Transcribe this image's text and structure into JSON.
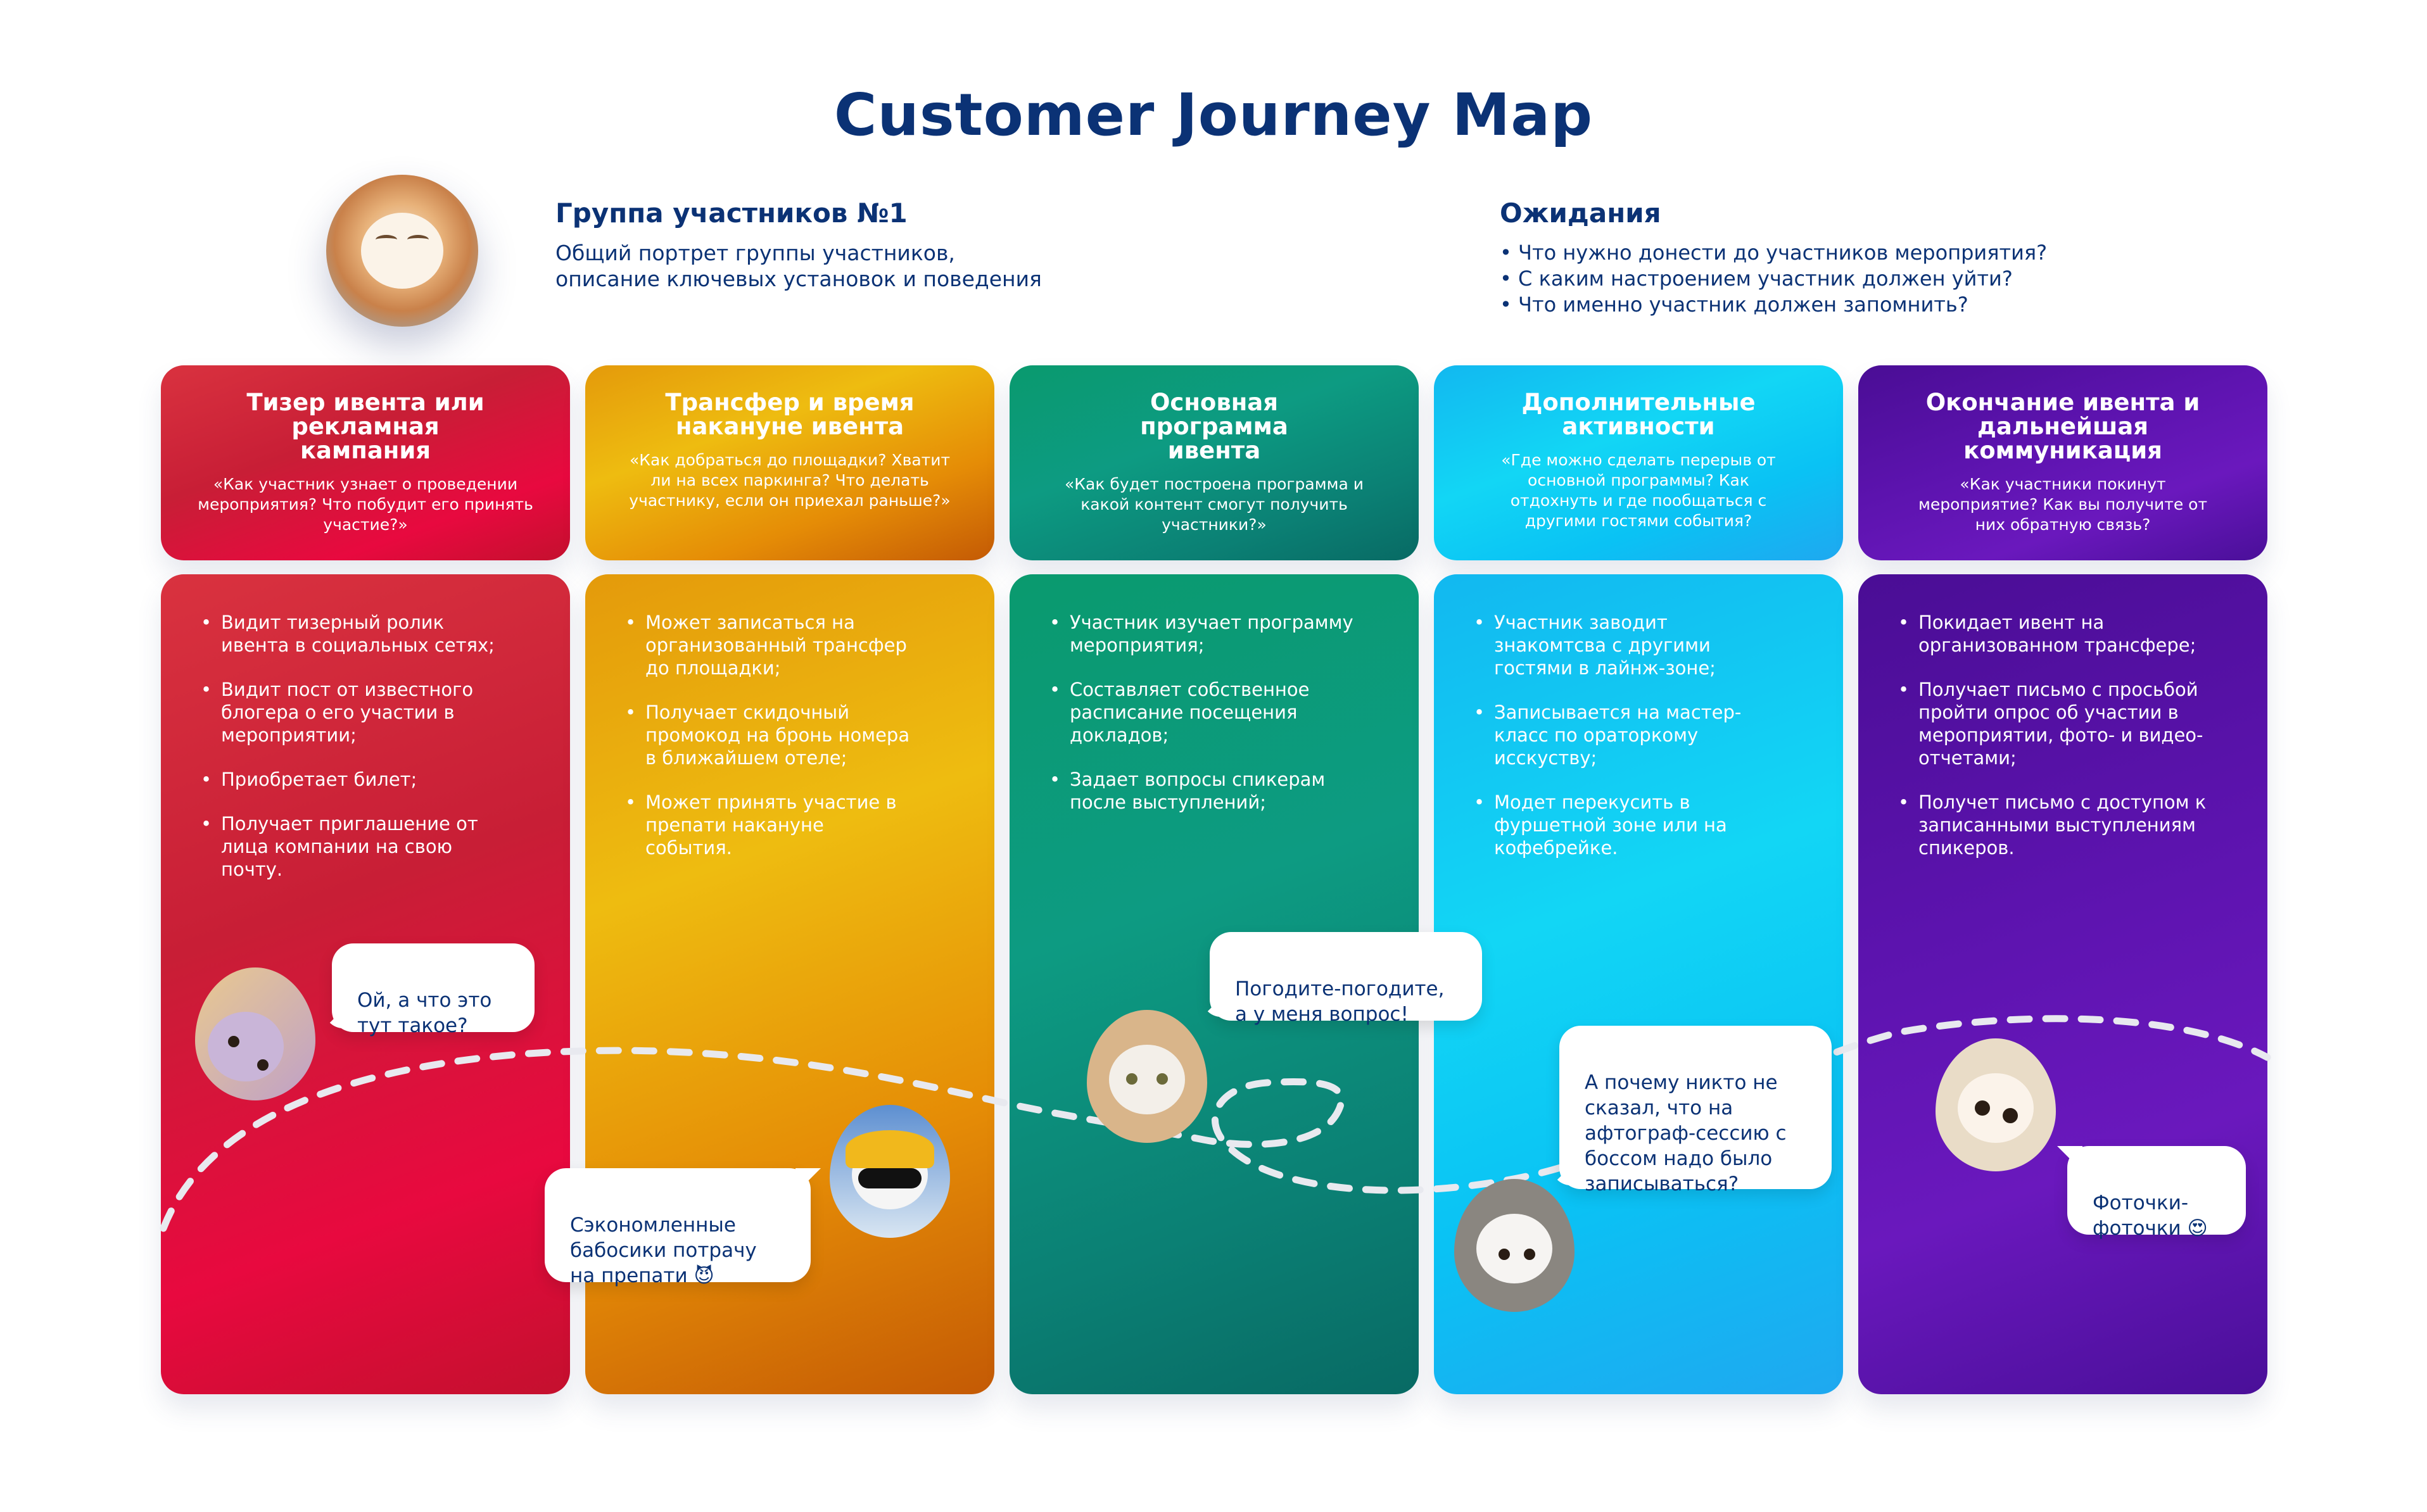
{
  "header": {
    "title": "Customer Journey Map"
  },
  "group": {
    "title": "Группа участников №1",
    "description": "Общий портрет группы участников, описание ключевых установок и поведения",
    "avatar_icon": "smiling-cat-avatar"
  },
  "expectations": {
    "title": "Ожидания",
    "items": [
      "Что нужно донести до участников мероприятия?",
      "С каким настроением участник должен уйти?",
      "Что именно участник должен запомнить?"
    ]
  },
  "stages": [
    {
      "title": "Тизер ивента или рекламная кампания",
      "question": "«Как участник узнает о проведении мероприятия? Что побудит его принять участие?»",
      "color": "#c81e36",
      "actions": [
        "Видит тизерный ролик ивента в социальных сетях;",
        "Видит пост от известного блогера о его участии в мероприятии;",
        "Приобретает билет;",
        "Получает приглашение от лица компании на свою почту."
      ],
      "bubble": "Ой, а что это тут такое?"
    },
    {
      "title": "Трансфер и время накануне ивента",
      "question": "«Как добраться до площадки? Хватит ли на всех паркинга? Что делать участнику, если он приехал раньше?»",
      "color": "#e49a0b",
      "actions": [
        "Может записаться на организованный трансфер до площадки;",
        "Получает скидочный промокод на бронь номера в ближайшем отеле;",
        "Может принять участие в препати накануне события."
      ],
      "bubble": "Сэкономленные бабосики потрачу на препати 😈"
    },
    {
      "title": "Основная программа ивента",
      "question": "«Как будет построена программа и какой контент смогут получить участники?»",
      "color": "#0b8f78",
      "actions": [
        "Участник изучает программу мероприятия;",
        "Составляет собственное расписание посещения докладов;",
        "Задает вопросы спикерам после выступлений;"
      ],
      "bubble": "Погодите-погодите, а у меня вопрос!"
    },
    {
      "title": "Дополнительные активности",
      "question": "«Где можно сделать перерыв от основной программы? Как отдохнуть и где пообщаться с другими гостями события?",
      "color": "#12c6f3",
      "actions": [
        "Участник заводит знакомтсва с другими гостями в лайнж-зоне;",
        "Записывается на мастер-класс по ораторкому исскуству;",
        "Модет перекусить в фуршетной зоне или на кофебрейке."
      ],
      "bubble": "А почему никто не  сказал, что на афтограф-сессию с боссом надо было записываться?"
    },
    {
      "title": "Окончание ивента и дальнейшая коммуникация",
      "question": "«Как участники покинут мероприятие? Как вы получите от них обратную связь?",
      "color": "#5c13ae",
      "actions": [
        "Покидает ивент на организованном трансфере;",
        "Получает письмо с просьбой пройти опрос об участии в мероприятии, фото- и видео-отчетами;",
        "Получет письмо с доступом к записанными выступлениям спикеров."
      ],
      "bubble": "Фоточки-фоточки 😍"
    }
  ],
  "colors": {
    "title": "#0b3275",
    "path": "#e8e9ef",
    "bubble_bg": "#ffffff"
  }
}
